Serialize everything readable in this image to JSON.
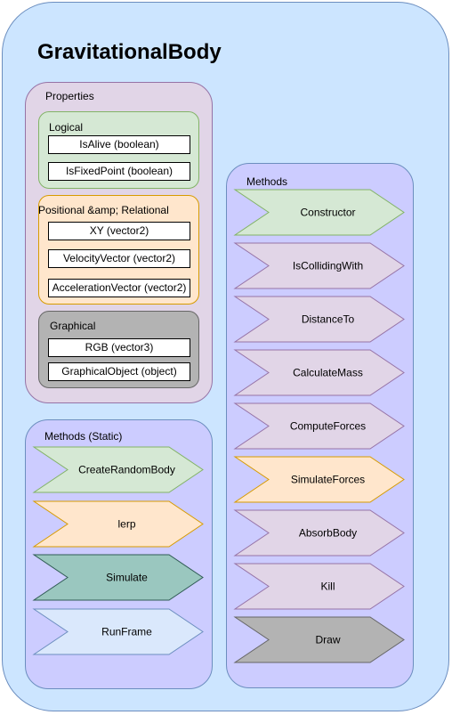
{
  "title": "GravitationalBody",
  "properties": {
    "label": "Properties",
    "logical": {
      "label": "Logical",
      "items": [
        "IsAlive (boolean)",
        "IsFixedPoint (boolean)"
      ]
    },
    "positional": {
      "label": "Positional &amp; Relational",
      "items": [
        "XY (vector2)",
        "VelocityVector (vector2)",
        "AccelerationVector (vector2)"
      ]
    },
    "graphical": {
      "label": "Graphical",
      "items": [
        "RGB (vector3)",
        "GraphicalObject (object)"
      ]
    }
  },
  "static_methods": {
    "label": "Methods (Static)",
    "items": [
      {
        "label": "CreateRandomBody",
        "fill": "#d5e8d4",
        "stroke": "#82b366"
      },
      {
        "label": "lerp",
        "fill": "#ffe6cc",
        "stroke": "#d79b00"
      },
      {
        "label": "Simulate",
        "fill": "#9ac7bf",
        "stroke": "#2f5b54"
      },
      {
        "label": "RunFrame",
        "fill": "#dae8fc",
        "stroke": "#6c8ebf"
      }
    ]
  },
  "methods": {
    "label": "Methods",
    "items": [
      {
        "label": "Constructor",
        "fill": "#d5e8d4",
        "stroke": "#82b366"
      },
      {
        "label": "IsCollidingWith",
        "fill": "#e1d5e7",
        "stroke": "#9673a6"
      },
      {
        "label": "DistanceTo",
        "fill": "#e1d5e7",
        "stroke": "#9673a6"
      },
      {
        "label": "CalculateMass",
        "fill": "#e1d5e7",
        "stroke": "#9673a6"
      },
      {
        "label": "ComputeForces",
        "fill": "#e1d5e7",
        "stroke": "#9673a6"
      },
      {
        "label": "SimulateForces",
        "fill": "#ffe6cc",
        "stroke": "#d79b00"
      },
      {
        "label": "AbsorbBody",
        "fill": "#e1d5e7",
        "stroke": "#9673a6"
      },
      {
        "label": "Kill",
        "fill": "#e1d5e7",
        "stroke": "#9673a6"
      },
      {
        "label": "Draw",
        "fill": "#b3b3b3",
        "stroke": "#666666"
      }
    ]
  }
}
